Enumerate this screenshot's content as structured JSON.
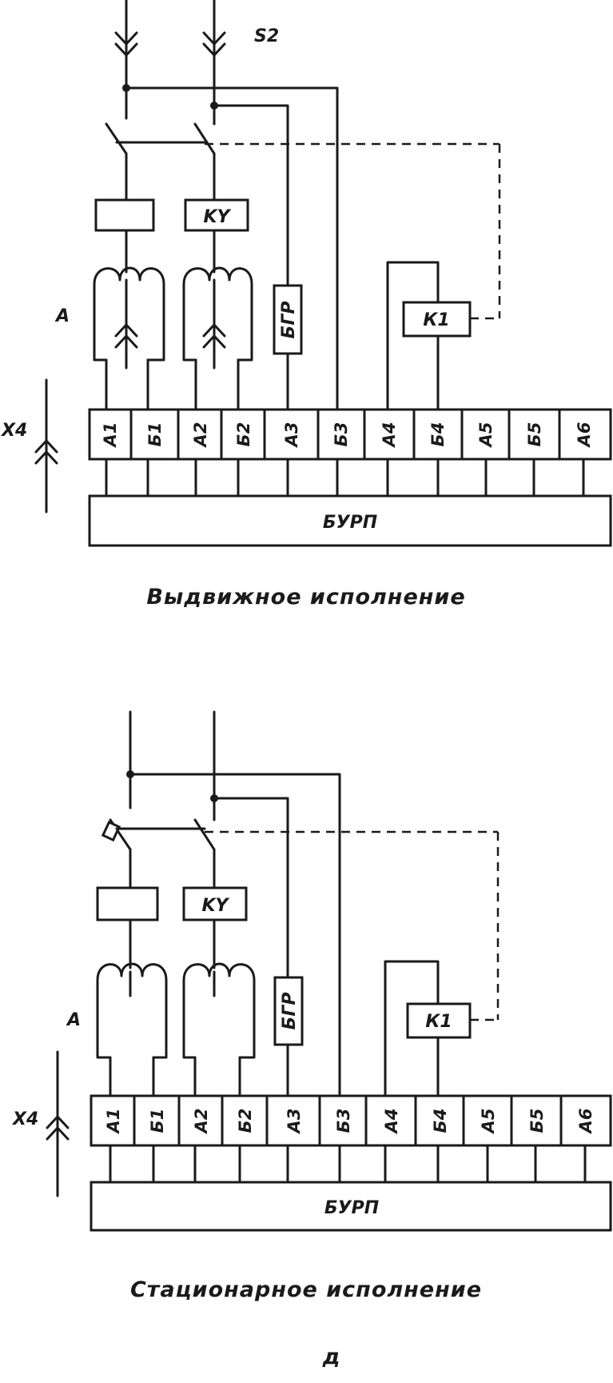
{
  "upper": {
    "header_label": "S2",
    "box_ku": "KY",
    "box_bgr": "БГР",
    "box_k1": "К1",
    "label_a": "А",
    "label_x4": "Х4",
    "terminals": [
      "А1",
      "Б1",
      "А2",
      "Б2",
      "А3",
      "Б3",
      "А4",
      "Б4",
      "А5",
      "Б5",
      "А6"
    ],
    "unit": "БУРП",
    "caption": "Выдвижное исполнение"
  },
  "lower": {
    "box_ku": "KY",
    "box_bgr": "БГР",
    "box_k1": "К1",
    "label_a": "А",
    "label_x4": "Х4",
    "terminals": [
      "А1",
      "Б1",
      "А2",
      "Б2",
      "А3",
      "Б3",
      "А4",
      "Б4",
      "А5",
      "Б5",
      "А6"
    ],
    "unit": "БУРП",
    "caption": "Стационарное исполнение"
  },
  "figure_letter": "д"
}
